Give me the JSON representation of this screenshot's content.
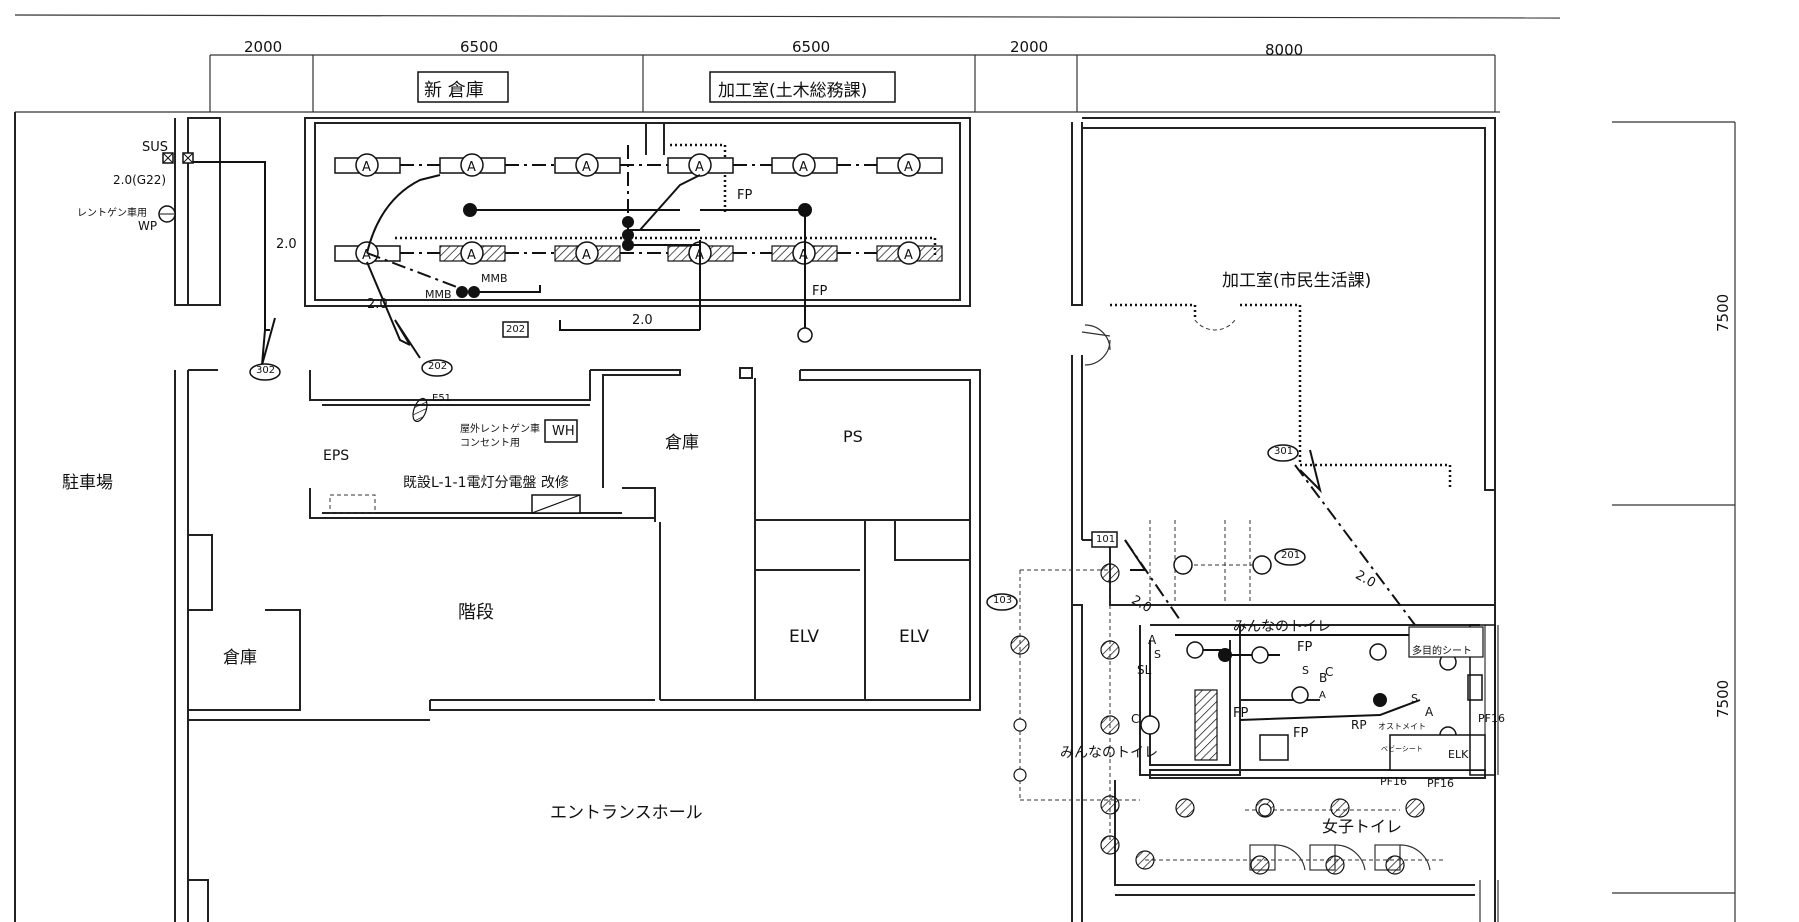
{
  "dimensions": {
    "top": [
      "2000",
      "6500",
      "6500",
      "2000",
      "8000"
    ],
    "right": [
      "7500",
      "7500"
    ]
  },
  "rooms": {
    "new_storage": "新 倉庫",
    "processing_civil": "加工室(土木総務課)",
    "processing_citizen": "加工室(市民生活課)",
    "parking": "駐車場",
    "eps": "EPS",
    "storage_mid": "倉庫",
    "ps": "PS",
    "stairs": "階段",
    "storage_left": "倉庫",
    "elv1": "ELV",
    "elv2": "ELV",
    "entrance_hall": "エントランスホール",
    "toilet_all_1": "みんなのトイレ",
    "toilet_all_2": "みんなのトイレ",
    "toilet_women": "女子トイレ"
  },
  "labels": {
    "sus": "SUS",
    "wire_g22": "2.0(G22)",
    "xray_car": "レントゲン車用",
    "wp": "WP",
    "wire_20_left": "2.0",
    "wire_20_a": "2.0",
    "wire_20_b": "2.0",
    "wire_20_c": "2.0",
    "wire_20_d": "2.0",
    "fp1": "FP",
    "fp2": "FP",
    "fp3": "FP",
    "fp4": "FP",
    "fp5": "FP",
    "mmb1": "MMB",
    "mmb2": "MMB",
    "e51": "E51",
    "outlet_note_1": "屋外レントゲン車",
    "outlet_note_2": "コンセント用",
    "wh": "WH",
    "panel_note": "既設L-1-1電灯分電盤 改修",
    "multi_seat": "多目的シート",
    "pf16a": "PF16",
    "pf16b": "PF16",
    "pf16c": "PF16",
    "elk": "ELK",
    "rp": "RP",
    "sl": "SL",
    "ostomate": "オストメイト",
    "baby_seat": "ベビーシート",
    "sw_a1": "A",
    "sw_a2": "A",
    "sw_b": "B",
    "sw_s1": "S",
    "sw_s2": "S",
    "sw_s3": "S",
    "fixture_a": "A",
    "fixture_c1": "C",
    "fixture_c2": "C"
  },
  "circuit_tags": {
    "c302": "302",
    "c202a": "202",
    "c202b": "202",
    "c301": "301",
    "c101": "101",
    "c201": "201",
    "c103": "103"
  }
}
